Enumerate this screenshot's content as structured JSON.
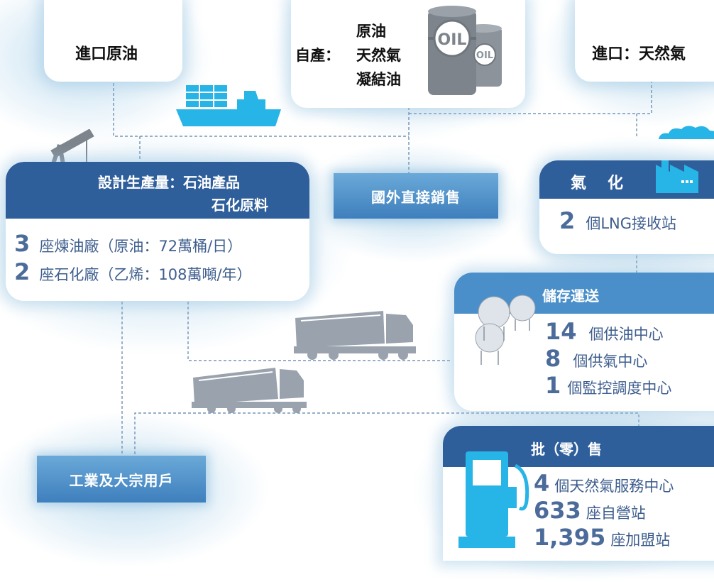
{
  "sources": {
    "import_crude": "進口原油",
    "self_produced_prefix": "自產：",
    "self_produced_items": [
      "原油",
      "天然氣",
      "凝結油"
    ],
    "import_gas": "進口：天然氣",
    "barrel_label": "OIL"
  },
  "refinery": {
    "header_line1": "設計生產量：石油產品",
    "header_line2": "石化原料",
    "rows": [
      {
        "num": "3",
        "text": "座煉油廠（原油：72萬桶/日）"
      },
      {
        "num": "2",
        "text": "座石化廠（乙烯：108萬噸/年）"
      }
    ]
  },
  "export": {
    "label": "國外直接銷售"
  },
  "gasification": {
    "header": "氣　化",
    "num": "2",
    "text": "個LNG接收站"
  },
  "storage": {
    "header": "儲存運送",
    "rows": [
      {
        "num": "14",
        "text": "個供油中心"
      },
      {
        "num": "8",
        "text": "個供氣中心"
      },
      {
        "num": "1",
        "text": "個監控調度中心"
      }
    ]
  },
  "industrial": {
    "label": "工業及大宗用戶"
  },
  "retail": {
    "header": "批（零）售",
    "rows": [
      {
        "num": "4",
        "text": "個天然氣服務中心"
      },
      {
        "num": "633",
        "text": "座自營站"
      },
      {
        "num": "1,395",
        "text": "座加盟站"
      }
    ]
  },
  "colors": {
    "dark_blue": "#2f5f9b",
    "light_blue": "#4a8fc9",
    "cyan_icon": "#27b4e6",
    "gray_truck": "#9aa3ad"
  }
}
